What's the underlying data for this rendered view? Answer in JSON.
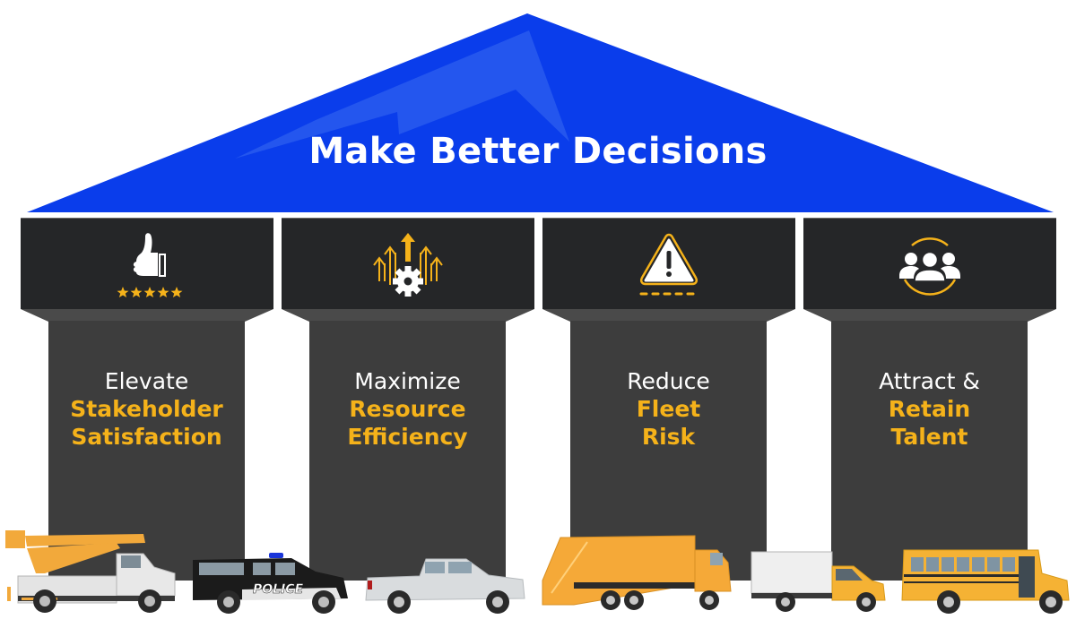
{
  "roof": {
    "title": "Make Better Decisions",
    "color": "#0A3DEB",
    "highlight_color": "#2456EE"
  },
  "colors": {
    "capital": "#252628",
    "chamfer": "#4a4a4a",
    "column": "#3d3d3d",
    "accent": "#F5B21A",
    "text": "#ffffff"
  },
  "pillars": [
    {
      "icon": "thumbs-up-stars-icon",
      "stars": 5,
      "lead": "Elevate",
      "bold_lines": [
        "Stakeholder",
        "Satisfaction"
      ]
    },
    {
      "icon": "gear-arrows-up-icon",
      "lead": "Maximize",
      "bold_lines": [
        "Resource",
        "Efficiency"
      ]
    },
    {
      "icon": "warning-triangle-icon",
      "lead": "Reduce",
      "bold_lines": [
        "Fleet",
        "Risk"
      ]
    },
    {
      "icon": "team-people-icon",
      "lead": "Attract &",
      "bold_lines": [
        "Retain",
        "Talent"
      ]
    }
  ],
  "vehicles": [
    {
      "type": "bucket-truck",
      "label": ""
    },
    {
      "type": "police-suv",
      "label": "POLICE"
    },
    {
      "type": "pickup-truck",
      "label": ""
    },
    {
      "type": "garbage-truck",
      "label": ""
    },
    {
      "type": "box-van",
      "label": ""
    },
    {
      "type": "school-bus",
      "label": ""
    }
  ]
}
